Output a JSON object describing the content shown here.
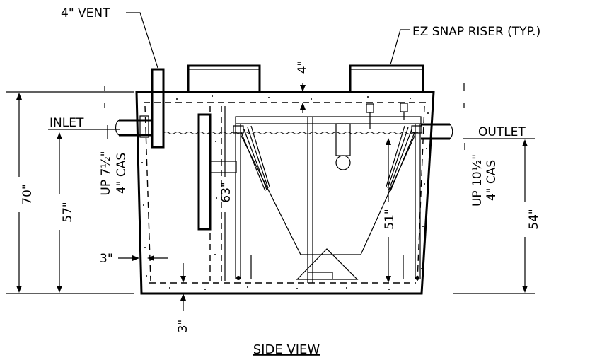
{
  "labels": {
    "vent": "4\" VENT",
    "riser": "EZ SNAP RISER (TYP.)",
    "inlet": "INLET",
    "outlet": "OUTLET",
    "title": "SIDE VIEW",
    "inlet_cas_line1": "UP 7½\"",
    "inlet_cas_line2": "4\" CAS",
    "outlet_cas_line1": "UP 10½\"",
    "outlet_cas_line2": "4\" CAS"
  },
  "dimensions": {
    "total_height": "70\"",
    "inlet_height": "57\"",
    "outlet_height": "54\"",
    "liquid_depth": "51\"",
    "baffle_height": "63\"",
    "lid_thickness": "4\"",
    "wall_thickness": "3\"",
    "floor_thickness": "3\""
  }
}
